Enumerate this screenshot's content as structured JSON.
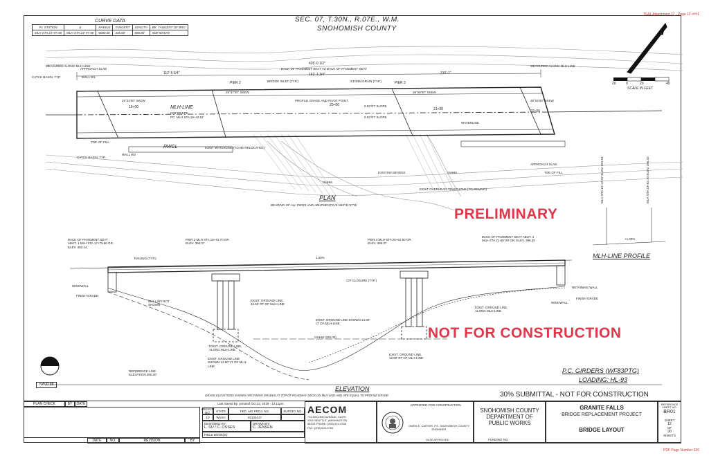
{
  "header": {
    "doc_ref": "TSAL Attachment 17 - Page 12 of 51",
    "section": "SEC. 07, T.30N., R.07E., W.M.",
    "county": "SNOHOMISH COUNTY"
  },
  "curve_data": {
    "title": "CURVE DATA",
    "columns": [
      "P.I. STATION",
      "Δ",
      "RADIUS",
      "TANGENT",
      "LENGTH",
      "BK. TANGENT OF BRG"
    ],
    "row": [
      "MLH STA 21+97.58",
      "MLH STA 21+97.58",
      "6000.00",
      "335.60'",
      "666.80'",
      "N00°50'43\"E"
    ]
  },
  "scale": {
    "ticks": [
      "20",
      "0",
      "20",
      "40"
    ],
    "label": "SCALE IN FEET"
  },
  "plan": {
    "title": "PLAN",
    "bearing_note": "BEARING OF ALL PIERS AND ABUTMENTS IS N65°31'37\"W",
    "labels": {
      "mlh_line": "MLH-LINE",
      "bearing": "N00°50'43\"E",
      "pc": "PC: MLH STA 19+43.97",
      "rwcl": "RWCL",
      "pier2": "PIER 2",
      "pier3": "PIER 3",
      "slope1": "0.02'/FT SLOPE",
      "slope2": "0.02'/FT SLOPE",
      "waterline": "WATERLINE",
      "profile_grade": "PROFILE GRADE AND PIVOT POINT",
      "existing_bridge": "EXISTING BRIDGE",
      "exist_overhead": "EXIST OVERHEAD TELEPHONE (TO REMAIN)",
      "exist_waterline": "EXIST WATERLINE (TO BE RELOCATED)",
      "toe_of_fill": "TOE OF FILL",
      "catch_basin": "CATCH BASIN, TYP.",
      "measured_along": "MEASURED ALONG MLH-LINE",
      "approach_slab": "APPROACH SLAB",
      "back_pavement": "BACK OF PAVEMENT SEAT TO BACK OF PAVEMENT SEAT",
      "bridge_inlet": "BRIDGE INLET (TYP.)",
      "storm_drain": "STORM DRAIN (TYP.)",
      "wall1": "WALL W1",
      "wall3": "WALL W3",
      "ohhm": "OHHM",
      "dim1": "426'-0 1/2\"",
      "dim2": "161'-1 3/4\"",
      "dim3": "112'-5 3/4\"",
      "dim4": "315'-1\"",
      "sta1": "19+00",
      "sta2": "20+00",
      "sta3": "21+00",
      "sta4": "22+00",
      "skew1": "26°22'00\" SKEW",
      "skew2": "26°37'00\" SKEW",
      "skew3": "28°08'00\" SKEW",
      "skew4": "28°04'00\" SKEW"
    }
  },
  "profile": {
    "title": "MLH-LINE PROFILE",
    "sta_a": "MLH STA 19+43.97 ELEV. 391.24",
    "sta_b": "MLH STA 23+82.70 ELEV. 396.32",
    "grade": "+1.00%"
  },
  "stamps": {
    "preliminary": "PRELIMINARY",
    "not_for_construction": "NOT FOR CONSTRUCTION"
  },
  "elevation": {
    "title": "ELEVATION",
    "note": "GRADE ELEVATIONS SHOWN ARE FINISH GRADES AT TOP OF ROADWAY DECK ON MLH-LINE AND ARE EQUAL TO PROFILE GRADE.",
    "grade_pct": "1.00%",
    "labels": {
      "abut1": "BACK OF PAVEMENT SEAT ABUT. 1 MLH STA 17+79.90 GR. ELEV. 392.24",
      "pier2": "PIER 2 MLH STA 19+43.70 GR. ELEV. 393.37",
      "pier3": "PIER 3 MLH STA 20+62.90 GR. ELEV. 395.37",
      "abut4": "BACK OF PAVEMENT SEAT ABUT. 4 MLH STA 21+87.90 GR. ELEV. 396.30",
      "railing": "RAILING (TYP.)",
      "wingwall": "WINGWALL",
      "finish_grade": "FINISH GRADE",
      "wall_w3": "WALL W3 NOT SHOWN",
      "cip_closure": "CIP CLOSURE (TYP.)",
      "retaining_wall": "RETAINING WALL",
      "exist_ground_1": "EXIST. GROUND LINE, 12.50' RT OF MLH-LINE",
      "exist_ground_2": "EXIST. GROUND LINE SHOWN 13.50' LT OF MLH-LINE",
      "exist_ground_3": "EXIST. GROUND LINE, ALONG MLH-LINE",
      "exist_ground_4": "EXIST. GROUND LINE, ALONG MLH-LINE",
      "exist_ground_5": "EXIST. GROUND LINE SHOWN 12.50' LT OF MLH-LINE",
      "exist_ground_6": "EXIST. GROUND LINE, 12.50' RT OF MLH-LINE",
      "ohhm": "OHHM (325.00)",
      "ref_line": "REFERENCE LINE ELEVATION 280.00'",
      "navd": "NAVD 88"
    },
    "girders": "P.C. GIRDERS (WF83PTG)",
    "loading": "LOADING: HL-93"
  },
  "submittal": "30% SUBMITTAL - NOT FOR CONSTRUCTION",
  "title_block": {
    "plan_check": "PLAN CHECK",
    "by": "BY",
    "date": "DATE",
    "rev_headers": [
      "DATE",
      "NO.",
      "REVISION",
      "BY"
    ],
    "last_saved": "Last Saved By: jsmanof    Oct 22, 2019 - 12:11pm",
    "region": "REGION NO.",
    "state": "STATE",
    "fed_aid": "FED. AID PROJ. NO.",
    "survey": "SURVEY NO.",
    "region_val": "10",
    "state_val": "WASH",
    "proj_val": "60104017",
    "designed_by_label": "DESIGNED BY:",
    "designed_by": "L. SU / C. OSSES",
    "drawn_by_label": "DRAWN BY:",
    "drawn_by": "C. JENSEN",
    "field_book": "FIELD BOOK(S):",
    "firm": "AECOM",
    "firm_address": "710 SECOND AVENUE, SUITE 1000 SEATTLE, WASHINGTON 98104 PHONE: (206) 624-9349 FAX: (206) 623-3793",
    "approved": "APPROVED FOR CONSTRUCTION",
    "engineer": "OWEN E. CARTER, P.E. SNOHOMISH COUNTY ENGINEER",
    "date_approved": "DATE APPROVED",
    "dept_line1": "SNOHOMISH COUNTY",
    "dept_line2": "DEPARTMENT OF",
    "dept_line3": "PUBLIC WORKS",
    "funding": "FUNDING NO.",
    "project1": "GRANITE FALLS",
    "project2": "BRIDGE REPLACEMENT PROJECT",
    "sheet_title": "BRIDGE LAYOUT",
    "ref_sheet_label": "REFERENCE SHEET NO.",
    "ref_sheet": "BR01",
    "sheet_label": "SHEET",
    "sheet_no": "12",
    "of": "OF",
    "total": "30",
    "sheets": "SHEETS"
  },
  "footer": {
    "print": "PDF Page Number 026"
  }
}
